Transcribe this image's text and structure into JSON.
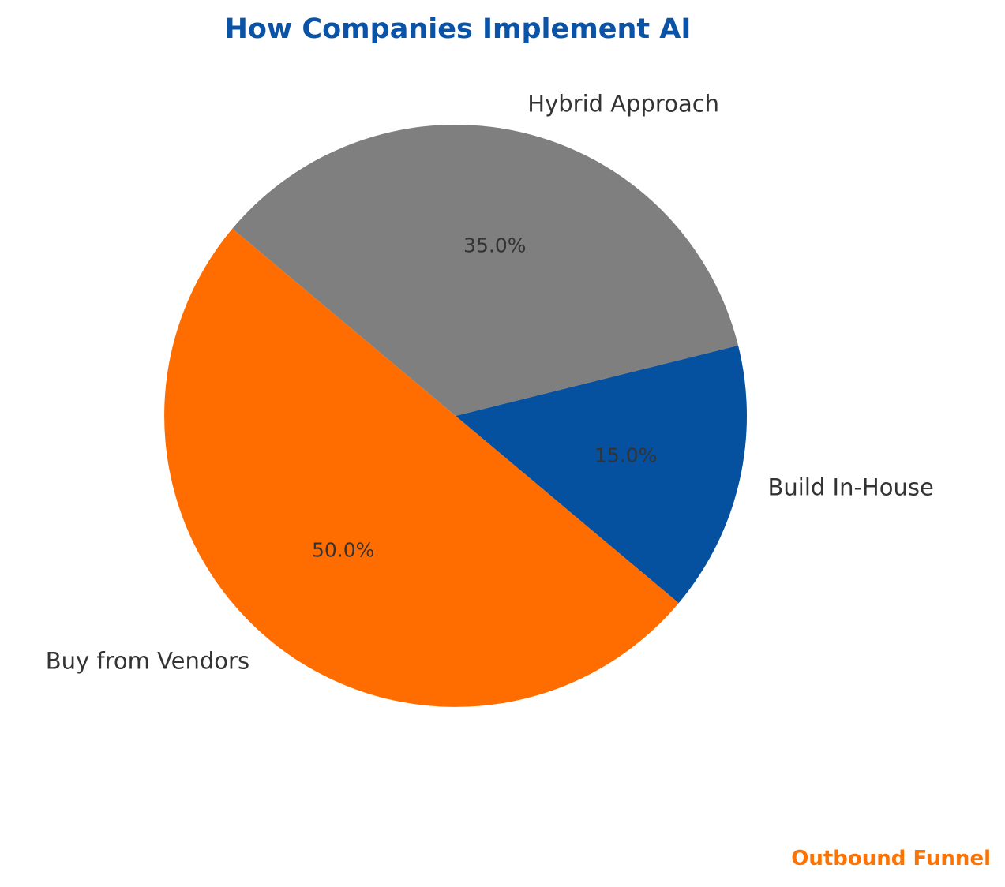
{
  "title": "How Companies Implement AI",
  "watermark": "Outbound Funnel",
  "colors": {
    "background": "#ffffff",
    "title": "#0B53A6",
    "watermark": "#F97306",
    "label_text": "#333333"
  },
  "chart_data": {
    "type": "pie",
    "title": "How Companies Implement AI",
    "start_angle": -40,
    "direction": "counterclockwise",
    "legend": "none",
    "slices": [
      {
        "label": "Build In-House",
        "value": 15.0,
        "pct_label": "15.0%",
        "color": "#0551A0"
      },
      {
        "label": "Hybrid Approach",
        "value": 35.0,
        "pct_label": "35.0%",
        "color": "#7F7F7F"
      },
      {
        "label": "Buy from Vendors",
        "value": 50.0,
        "pct_label": "50.0%",
        "color": "#FF6D00"
      }
    ]
  }
}
